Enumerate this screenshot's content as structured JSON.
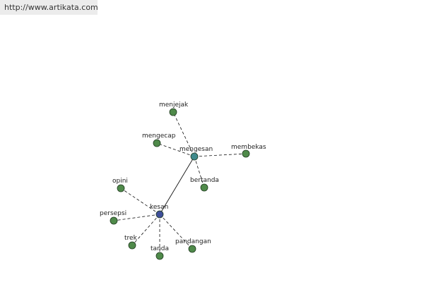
{
  "header": {
    "url_text": "http://www.artikata.com"
  },
  "colors": {
    "leaf_node": "#4f8a4a",
    "hub_node": "#3f8a8c",
    "root_node": "#3f4f9a",
    "node_stroke": "#1f3a1f",
    "edge": "#111111"
  },
  "graph": {
    "nodes": [
      {
        "id": "kesan",
        "label": "kesan",
        "kind": "root"
      },
      {
        "id": "mengesan",
        "label": "mengesan",
        "kind": "hub"
      },
      {
        "id": "menjejak",
        "label": "menjejak",
        "kind": "leaf"
      },
      {
        "id": "mengecap",
        "label": "mengecap",
        "kind": "leaf"
      },
      {
        "id": "membekas",
        "label": "membekas",
        "kind": "leaf"
      },
      {
        "id": "bertanda",
        "label": "bertanda",
        "kind": "leaf"
      },
      {
        "id": "opini",
        "label": "opini",
        "kind": "leaf"
      },
      {
        "id": "persepsi",
        "label": "persepsi",
        "kind": "leaf"
      },
      {
        "id": "trek",
        "label": "trek",
        "kind": "leaf"
      },
      {
        "id": "tanda",
        "label": "tanda",
        "kind": "leaf"
      },
      {
        "id": "pandangan",
        "label": "pandangan",
        "kind": "leaf"
      }
    ],
    "edges": [
      {
        "from": "kesan",
        "to": "mengesan",
        "style": "solid"
      },
      {
        "from": "mengesan",
        "to": "menjejak",
        "style": "dashed"
      },
      {
        "from": "mengesan",
        "to": "mengecap",
        "style": "dashed"
      },
      {
        "from": "mengesan",
        "to": "membekas",
        "style": "dashed"
      },
      {
        "from": "mengesan",
        "to": "bertanda",
        "style": "dashed"
      },
      {
        "from": "kesan",
        "to": "opini",
        "style": "dashed"
      },
      {
        "from": "kesan",
        "to": "persepsi",
        "style": "dashed"
      },
      {
        "from": "kesan",
        "to": "trek",
        "style": "dashed"
      },
      {
        "from": "kesan",
        "to": "tanda",
        "style": "dashed"
      },
      {
        "from": "kesan",
        "to": "pandangan",
        "style": "dashed"
      }
    ]
  }
}
